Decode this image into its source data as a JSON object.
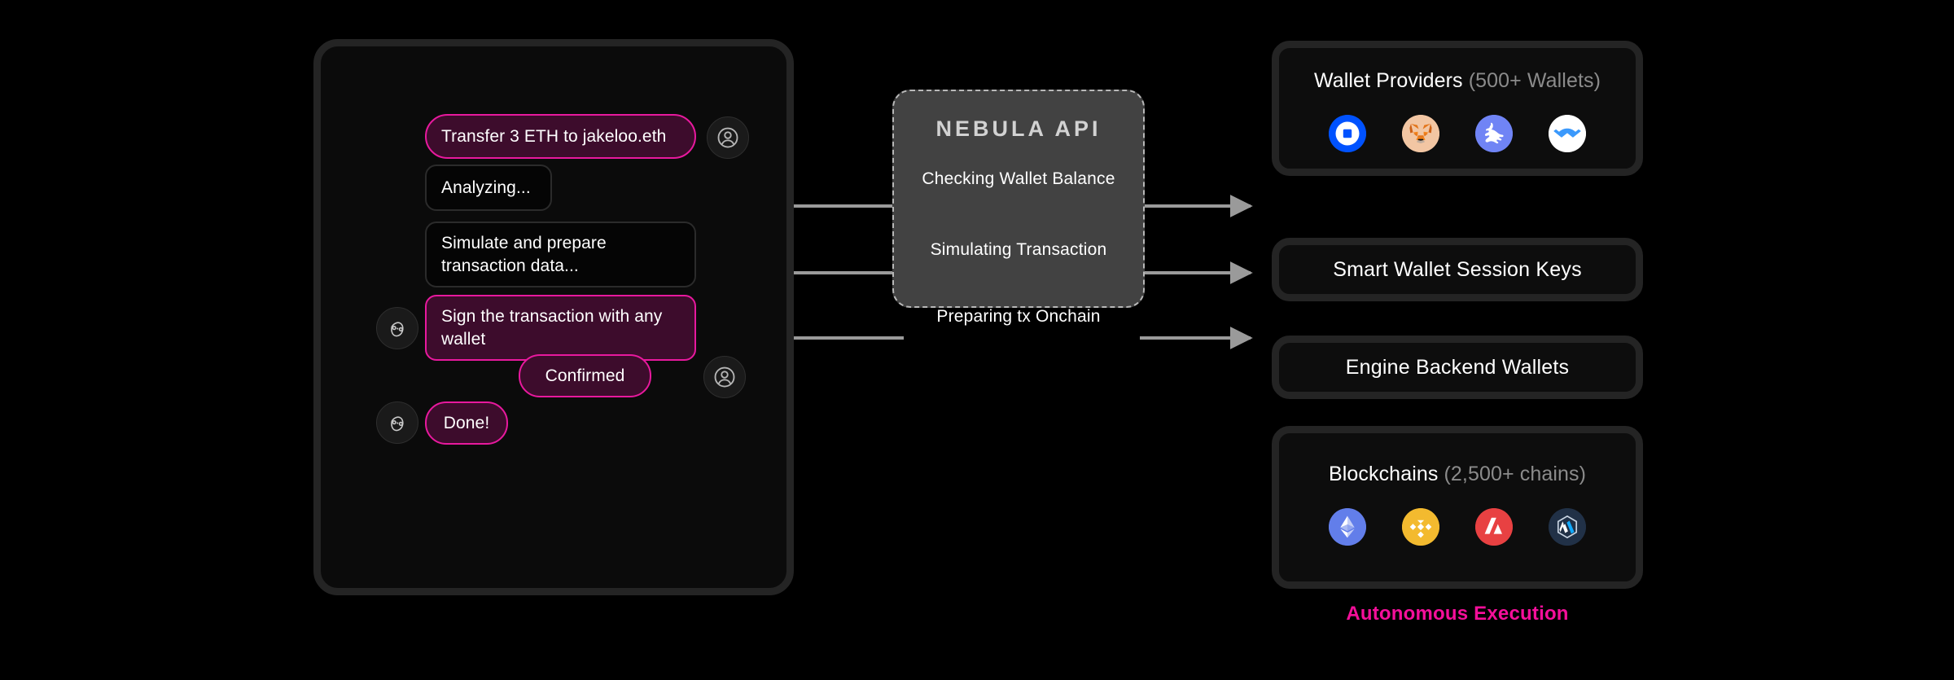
{
  "colors": {
    "background": "#000000",
    "panel_border": "#242424",
    "panel_fill": "#0b0b0b",
    "bubble_pink_fill": "#3d0c2c",
    "bubble_pink_border": "#e8199e",
    "bubble_dark_fill": "#050505",
    "nebula_fill": "#424242",
    "nebula_border": "#b8b8b8",
    "accent_magenta": "#f50f9a",
    "wire": "#9a9a9a",
    "muted_text": "#8b8b8b"
  },
  "chat": {
    "messages": [
      {
        "id": "user-request",
        "text": "Transfer 3 ETH to jakeloo.eth",
        "role": "user",
        "style": "pink"
      },
      {
        "id": "analyzing",
        "text": "Analyzing...",
        "role": "assistant",
        "style": "dark"
      },
      {
        "id": "simulate",
        "text": "Simulate and prepare transaction data...",
        "role": "assistant",
        "style": "dark"
      },
      {
        "id": "sign",
        "text": "Sign the transaction with any wallet",
        "role": "assistant",
        "style": "pink"
      },
      {
        "id": "confirmed",
        "text": "Confirmed",
        "role": "user",
        "style": "pink"
      },
      {
        "id": "done",
        "text": "Done!",
        "role": "assistant",
        "style": "pink"
      }
    ],
    "avatars": {
      "user_icon": "user-avatar-icon",
      "bot_icon": "nebula-bot-icon"
    }
  },
  "nebula": {
    "title": "NEBULA API",
    "steps": [
      "Checking Wallet Balance",
      "Simulating Transaction",
      "Preparing tx Onchain"
    ]
  },
  "right_column": {
    "wallet_providers": {
      "title": "Wallet Providers",
      "subtitle": "(500+ Wallets)",
      "icons": [
        {
          "name": "coinbase-wallet-icon",
          "label": "Coinbase Wallet",
          "color": "#0052ff"
        },
        {
          "name": "metamask-icon",
          "label": "MetaMask",
          "color": "#f0c2a0"
        },
        {
          "name": "rabby-wallet-icon",
          "label": "Rabby Wallet",
          "color": "#7084f5"
        },
        {
          "name": "walletconnect-icon",
          "label": "WalletConnect",
          "color": "#ffffff"
        }
      ]
    },
    "smart_wallet_session_keys": {
      "title": "Smart Wallet Session Keys"
    },
    "engine_backend_wallets": {
      "title": "Engine Backend Wallets"
    },
    "blockchains": {
      "title": "Blockchains",
      "subtitle": "(2,500+ chains)",
      "icons": [
        {
          "name": "ethereum-icon",
          "label": "Ethereum",
          "color": "#627eea"
        },
        {
          "name": "bnb-chain-icon",
          "label": "BNB Chain",
          "color": "#f3ba2f"
        },
        {
          "name": "avalanche-icon",
          "label": "Avalanche",
          "color": "#e84142"
        },
        {
          "name": "arbitrum-icon",
          "label": "Arbitrum",
          "color": "#213147"
        }
      ]
    },
    "footer_label": "Autonomous Execution"
  },
  "connectors": {
    "count": 3,
    "description": "arrows from chat bubbles through Nebula API rows to right column cards"
  }
}
